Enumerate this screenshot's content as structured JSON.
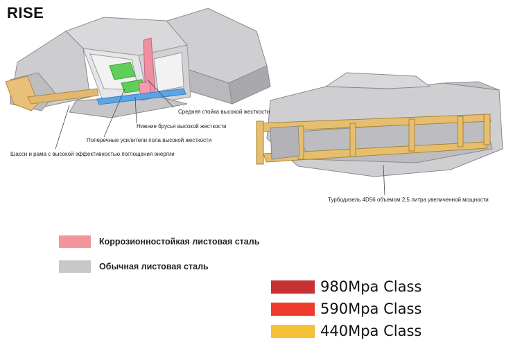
{
  "title": "RISE",
  "callouts": {
    "left": [
      {
        "id": "center-pillar",
        "text": "Средняя стойка высокой жесткости"
      },
      {
        "id": "lower-sills",
        "text": "Нижние брусья высокой жесткости"
      },
      {
        "id": "floor-reinforcements",
        "text": "Поперечные усилители пола высокой жесткости"
      },
      {
        "id": "chassis-frame",
        "text": "Шасси и рама с высокой эффективностью поглощения энергии"
      }
    ],
    "right": {
      "id": "engine",
      "text": "Турбодизель 4D56 объемом 2,5 литра увеличенной мощности"
    }
  },
  "material_legend": [
    {
      "label": "Коррозионностойкая листовая сталь",
      "color": "#f4959c"
    },
    {
      "label": "Обычная листовая сталь",
      "color": "#c8c8c8"
    }
  ],
  "strength_legend": [
    {
      "label": "980Mpa Class",
      "color": "#c43232"
    },
    {
      "label": "590Mpa Class",
      "color": "#ee3b2b"
    },
    {
      "label": "440Mpa Class",
      "color": "#f5c038"
    }
  ]
}
